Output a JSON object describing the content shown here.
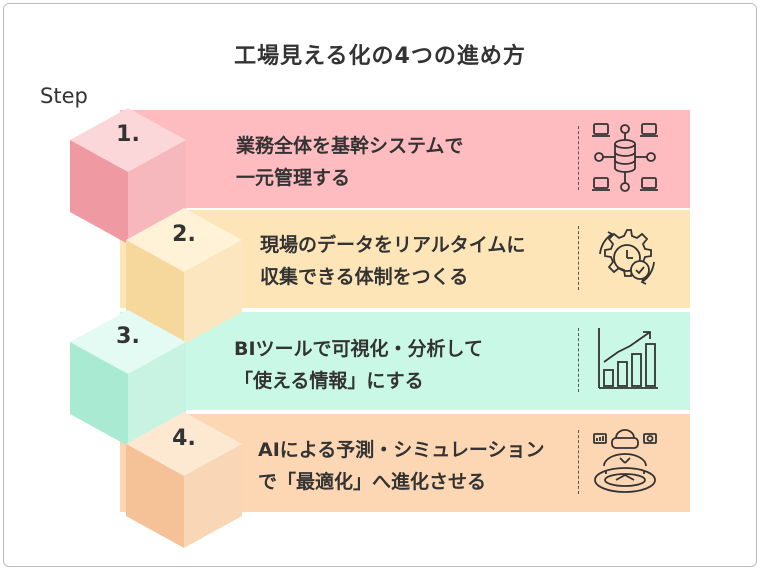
{
  "title": "工場見える化の4つの進め方",
  "step_label": "Step",
  "steps": [
    {
      "number": "1.",
      "line1": "業務全体を基幹システムで",
      "line2": "一元管理する",
      "band_color": "#ffbcc0",
      "cube_top": "#fcd7da",
      "cube_left": "#ef9aa3",
      "cube_right": "#f7b8bd",
      "icon": "server-network-icon"
    },
    {
      "number": "2.",
      "line1": "現場のデータをリアルタイムに",
      "line2": "収集できる体制をつくる",
      "band_color": "#fde5b8",
      "cube_top": "#fff2d6",
      "cube_left": "#f6d79c",
      "cube_right": "#fbe6bf",
      "icon": "gear-clock-icon"
    },
    {
      "number": "3.",
      "line1": "BIツールで可視化・分析して",
      "line2": "「使える情報」にする",
      "band_color": "#c9f8e6",
      "cube_top": "#e3fbf2",
      "cube_left": "#a9ead2",
      "cube_right": "#c8f3e3",
      "icon": "bar-chart-growth-icon"
    },
    {
      "number": "4.",
      "line1": "AIによる予測・シミュレーション",
      "line2": "で「最適化」へ進化させる",
      "band_color": "#fdd7b3",
      "cube_top": "#fde8d2",
      "cube_left": "#f5c196",
      "cube_right": "#f9d6b6",
      "icon": "vr-user-icon"
    }
  ]
}
